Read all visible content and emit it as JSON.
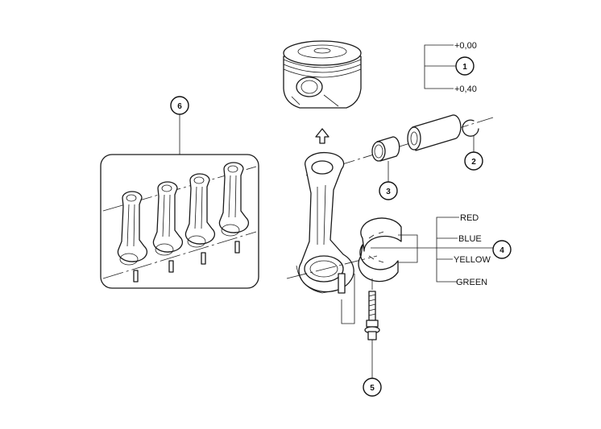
{
  "callouts": [
    "1",
    "2",
    "3",
    "4",
    "5",
    "6"
  ],
  "piston_tolerances": {
    "upper": "+0,00",
    "lower": "+0,40"
  },
  "bearing_grades": [
    "RED",
    "BLUE",
    "YELLOW",
    "GREEN"
  ]
}
